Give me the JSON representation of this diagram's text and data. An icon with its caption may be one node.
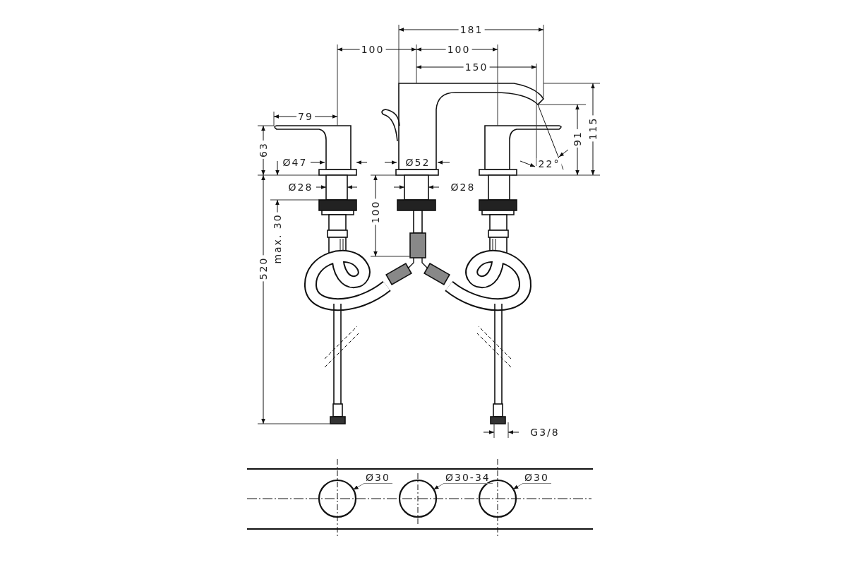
{
  "diagram": {
    "nodes": [
      {
        "text": [
          "Ø30"
        ]
      },
      {
        "text": [],
        "shape": "circle"
      },
      {
        "text": [
          "Ø30-34"
        ]
      },
      {
        "text": [],
        "shape": "circle"
      },
      {
        "text": [
          "Ø30"
        ]
      },
      {
        "text": [],
        "shape": "circle"
      }
    ],
    "edges": [
      {
        "from": 0,
        "to": 1,
        "arrow": "to"
      },
      {
        "from": 2,
        "to": 3,
        "arrow": "to"
      },
      {
        "from": 4,
        "to": 5,
        "arrow": "to"
      }
    ],
    "labels": [
      "181",
      "100",
      "100",
      "150",
      "79",
      "63",
      "Ø47",
      "Ø52",
      "22°",
      "91",
      "115",
      "Ø28",
      "Ø28",
      "100",
      "max. 30",
      "520",
      "G3/8"
    ]
  }
}
